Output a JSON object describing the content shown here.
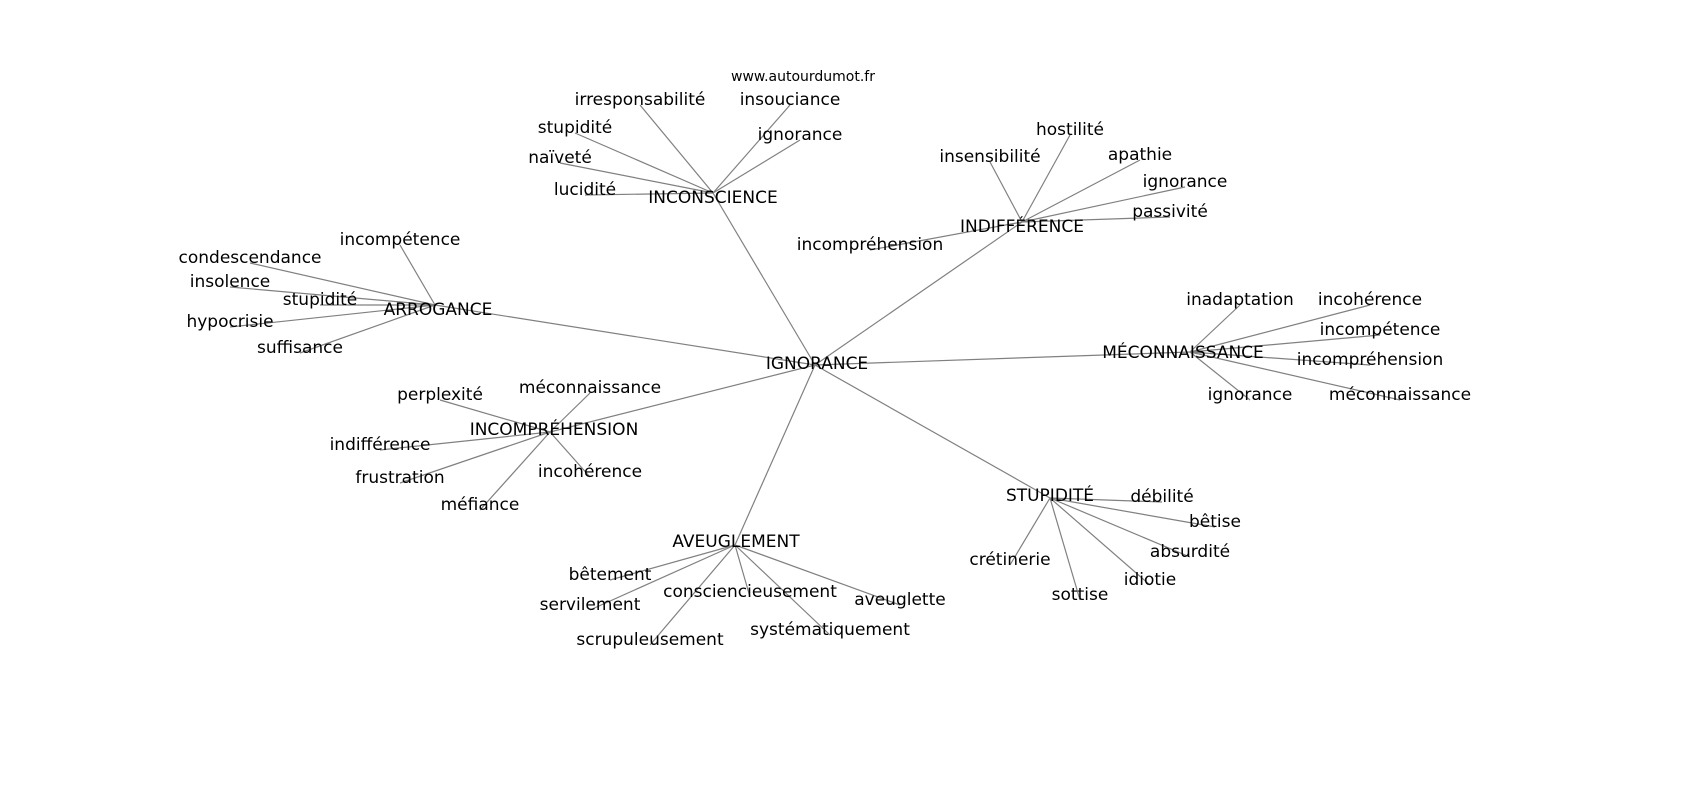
{
  "source": "www.autourdumot.fr",
  "center": "IGNORANCE",
  "clusters": [
    {
      "hub": "INCONSCIENCE",
      "leaves": [
        "stupidité",
        "irresponsabilité",
        "insouciance",
        "ignorance",
        "naïveté",
        "lucidité"
      ]
    },
    {
      "hub": "INDIFFÉRENCE",
      "leaves": [
        "insensibilité",
        "hostilité",
        "apathie",
        "ignorance",
        "passivité",
        "incompréhension"
      ]
    },
    {
      "hub": "ARROGANCE",
      "leaves": [
        "incompétence",
        "condescendance",
        "insolence",
        "stupidité",
        "hypocrisie",
        "suffisance"
      ]
    },
    {
      "hub": "MÉCONNAISSANCE",
      "leaves": [
        "inadaptation",
        "incohérence",
        "incompétence",
        "incompréhension",
        "ignorance",
        "méconnaissance"
      ]
    },
    {
      "hub": "INCOMPRÉHENSION",
      "leaves": [
        "perplexité",
        "méconnaissance",
        "indifférence",
        "frustration",
        "méfiance",
        "incohérence"
      ]
    },
    {
      "hub": "AVEUGLEMENT",
      "leaves": [
        "bêtement",
        "servilement",
        "consciencieusement",
        "scrupuleusement",
        "systématiquement",
        "aveuglette"
      ]
    },
    {
      "hub": "STUPIDITÉ",
      "leaves": [
        "débilité",
        "bêtise",
        "absurdité",
        "idiotie",
        "sottise",
        "crétinerie"
      ]
    }
  ]
}
